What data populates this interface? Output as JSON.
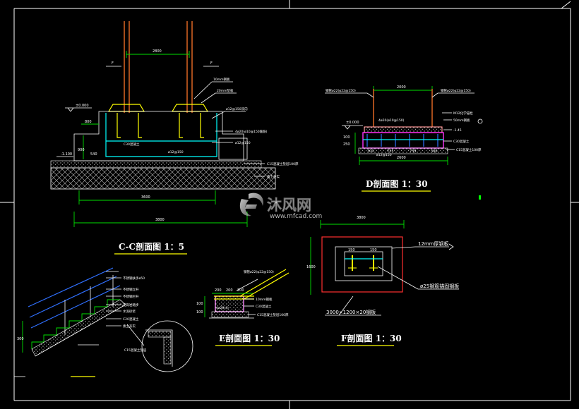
{
  "sections": {
    "cc": {
      "title": "C-C剖面图  1：5",
      "dims": {
        "top": "2800",
        "bottom1": "3600",
        "bottom2": "3800",
        "left_step": "800",
        "left_h": "900",
        "left_small": "540"
      },
      "elevations": {
        "top": "±0.000",
        "bottom": "-1.100"
      },
      "markers": [
        "F",
        "F"
      ],
      "notes": [
        "10mm钢板",
        "20mm垫板",
        "ø12@150双向",
        "C30混凝土",
        "4ø20(ø10@150箍筋)",
        "ø12@150",
        "C15混凝土垫层100厚",
        "素土夯实"
      ]
    },
    "d": {
      "title": "D剖面图  1：30",
      "dims": {
        "top": "2000",
        "bottom": "2600",
        "mid": [
          "300",
          "735",
          "735",
          "300"
        ],
        "left": [
          "100",
          "250"
        ],
        "elev": "±0.000"
      },
      "notes": [
        "钢管ø22(φ22@150)",
        "钢管ø22(φ22@150)",
        "4ø20(ø10@150)",
        "ø12@150",
        "C15混凝土100厚",
        "C30混凝土",
        "50mm钢板",
        "-1.45",
        "M12化学锚栓"
      ]
    },
    "e": {
      "title": "E剖面图  1：30",
      "dims": [
        "200",
        "200",
        "200",
        "100",
        "100"
      ],
      "notes": [
        "钢管ø22(φ22@150)",
        "10mm钢板",
        "4ø20(4)",
        "C30混凝土",
        "C15混凝土垫层100厚"
      ]
    },
    "f": {
      "title": "F剖面图  1：30",
      "dims": {
        "top": "3800",
        "left": "1600",
        "inner": [
          "150",
          "150"
        ]
      },
      "notes": [
        "12mm厚钢板",
        "ø25钢筋锚固钢板",
        "3000×1200×20钢板"
      ]
    },
    "stair": {
      "dims": [
        "300"
      ],
      "notes": [
        "不锈钢扶手ø50",
        "不锈钢立杆",
        "不锈钢栏杆",
        "花岗岩踏步",
        "水泥砂浆",
        "C20混凝土",
        "素土夯实",
        "C15混凝土垫层"
      ]
    }
  },
  "watermark": {
    "brand": "沐风网",
    "url": "www.mfcad.com"
  },
  "colors": {
    "green": "#00e000",
    "white": "#ffffff",
    "yellow": "#ffff00",
    "orange": "#d06020",
    "cyan": "#00ffff",
    "magenta": "#ff30ff",
    "red": "#ff3030"
  }
}
